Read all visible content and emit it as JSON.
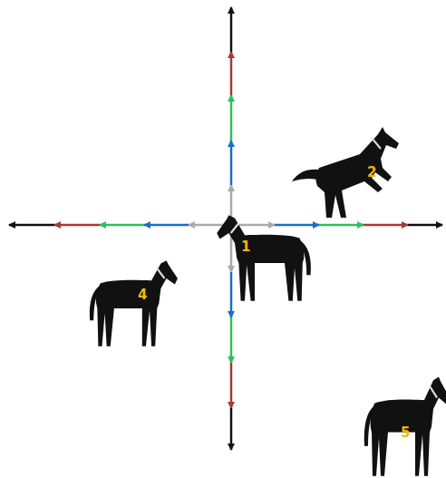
{
  "diagram": {
    "labels": [
      "2",
      "1",
      "4",
      "5"
    ]
  }
}
